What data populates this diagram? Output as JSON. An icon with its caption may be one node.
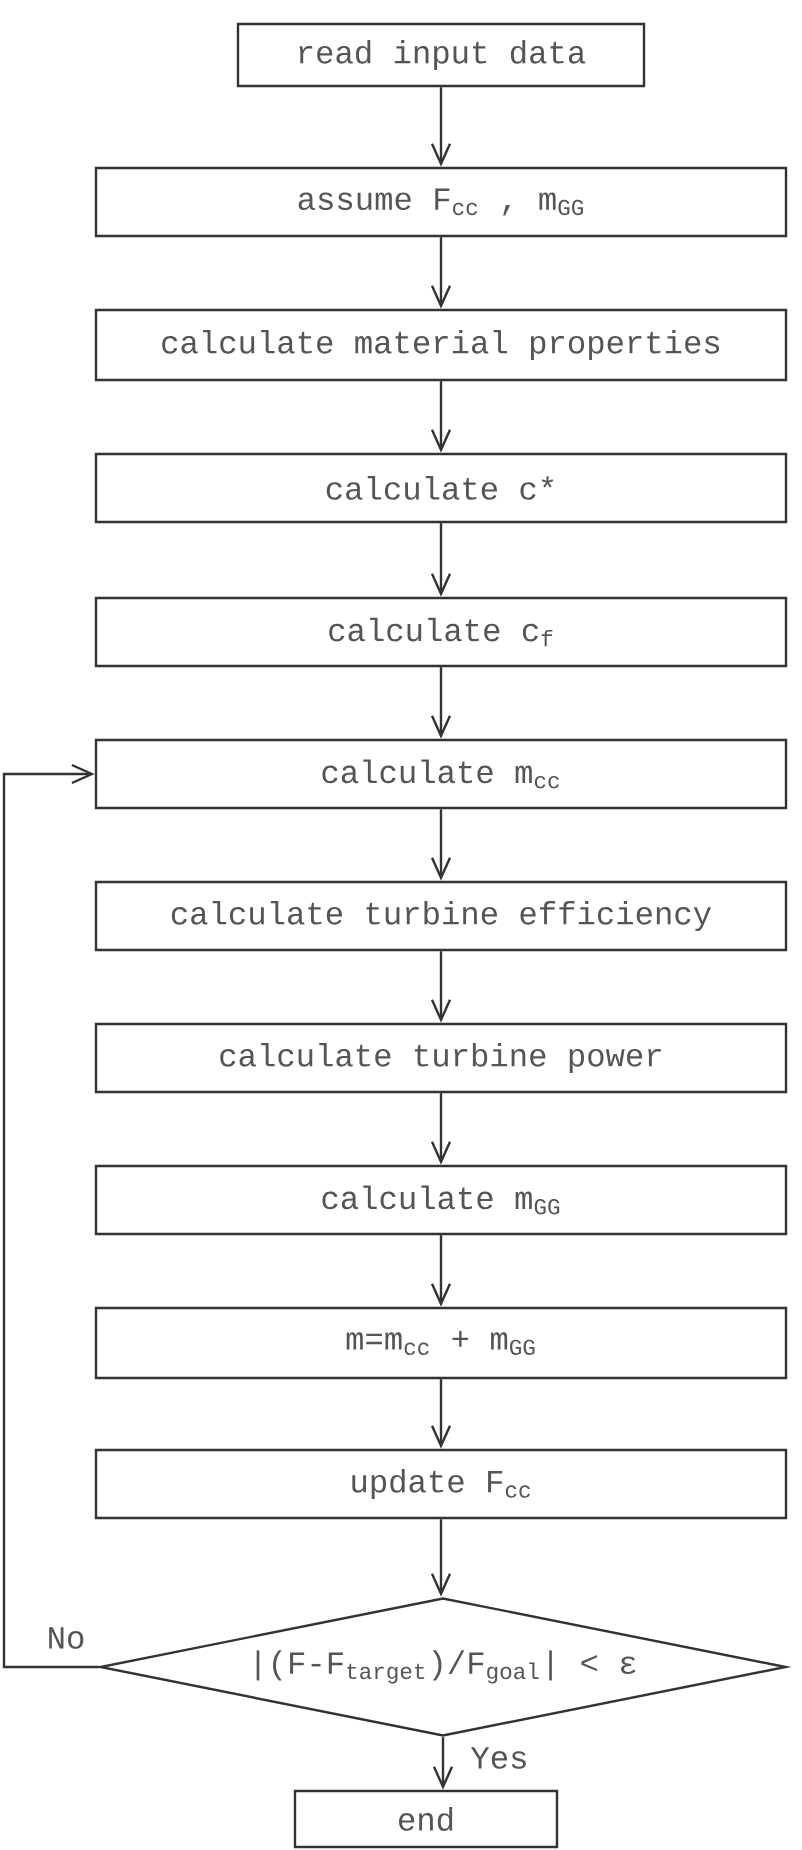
{
  "diagram": {
    "nodes": [
      {
        "text": [
          "read input data"
        ]
      },
      {
        "text": [
          "assume F$_{cc}$ , m$_{GG}$"
        ]
      },
      {
        "text": [
          "calculate material properties"
        ]
      },
      {
        "text": [
          "calculate c*"
        ]
      },
      {
        "text": [
          "calculate c$_{f}$"
        ]
      },
      {
        "text": [
          "calculate m$_{cc}$"
        ]
      },
      {
        "text": [
          "calculate turbine efficiency"
        ]
      },
      {
        "text": [
          "calculate turbine power"
        ]
      },
      {
        "text": [
          "calculate m$_{GG}$"
        ]
      },
      {
        "text": [
          "m=m$_{cc}$ + m$_{GG}$"
        ]
      },
      {
        "text": [
          "update F$_{cc}$"
        ]
      },
      {
        "text": [
          "|(F-F$_{target}$)/F$_{goal}$| < ε"
        ]
      },
      {
        "text": [
          "end"
        ]
      }
    ],
    "edges": [
      {
        "from": 0,
        "to": 1,
        "arrow": "to"
      },
      {
        "from": 1,
        "to": 2,
        "arrow": "to"
      },
      {
        "from": 2,
        "to": 3,
        "arrow": "to"
      },
      {
        "from": 3,
        "to": 4,
        "arrow": "to"
      },
      {
        "from": 4,
        "to": 5,
        "arrow": "to"
      },
      {
        "from": 5,
        "to": 6,
        "arrow": "to"
      },
      {
        "from": 6,
        "to": 7,
        "arrow": "to"
      },
      {
        "from": 7,
        "to": 8,
        "arrow": "to"
      },
      {
        "from": 8,
        "to": 9,
        "arrow": "to"
      },
      {
        "from": 9,
        "to": 10,
        "arrow": "to"
      },
      {
        "from": 10,
        "to": 11,
        "arrow": "to"
      },
      {
        "from": 11,
        "to": 12,
        "arrow": "to",
        "label": "Yes"
      },
      {
        "from": 11,
        "to": 5,
        "arrow": "to",
        "label": "No"
      }
    ]
  }
}
